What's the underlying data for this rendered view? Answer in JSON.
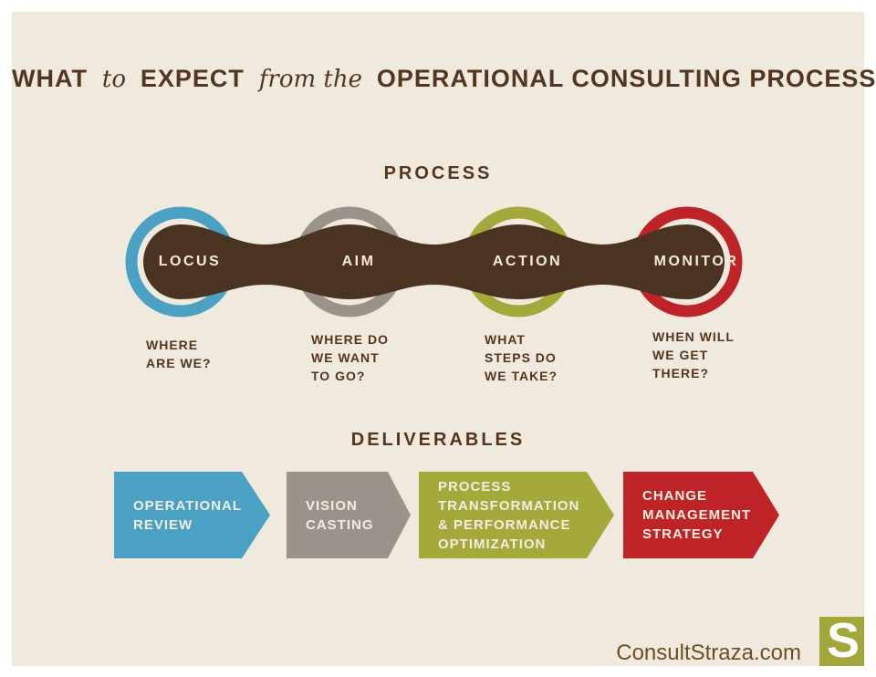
{
  "title": {
    "part1": "WHAT",
    "part2": "to",
    "part3": "EXPECT",
    "part4": "from the",
    "part5": "OPERATIONAL CONSULTING PROCESS",
    "color": "#543620"
  },
  "process": {
    "heading": "PROCESS",
    "band_color": "#4B3322",
    "nodes": [
      {
        "label": "LOCUS",
        "question": "WHERE\nARE WE?",
        "color": "#4AA1C3"
      },
      {
        "label": "AIM",
        "question": "WHERE DO\nWE WANT\nTO GO?",
        "color": "#9B9289"
      },
      {
        "label": "ACTION",
        "question": "WHAT\nSTEPS DO\nWE TAKE?",
        "color": "#A5A93B"
      },
      {
        "label": "MONITOR",
        "question": "WHEN WILL\nWE GET\nTHERE?",
        "color": "#BE2328"
      }
    ]
  },
  "deliverables": {
    "heading": "DELIVERABLES",
    "items": [
      {
        "label": "OPERATIONAL\nREVIEW",
        "color": "#4AA1C3"
      },
      {
        "label": "VISION\nCASTING",
        "color": "#9B9289"
      },
      {
        "label": "PROCESS\nTRANSFORMATION\n& PERFORMANCE\nOPTIMIZATION",
        "color": "#A5A93B"
      },
      {
        "label": "CHANGE\nMANAGEMENT\nSTRATEGY",
        "color": "#BE2328"
      }
    ]
  },
  "footer": {
    "site": "ConsultStraza.com",
    "logo_letter": "S",
    "logo_color": "#A2A63B"
  },
  "palette": {
    "canvas": "#EFEADD",
    "page": "#FFFFFF",
    "dark_text": "#543620",
    "light_text": "#F2EDE1"
  }
}
